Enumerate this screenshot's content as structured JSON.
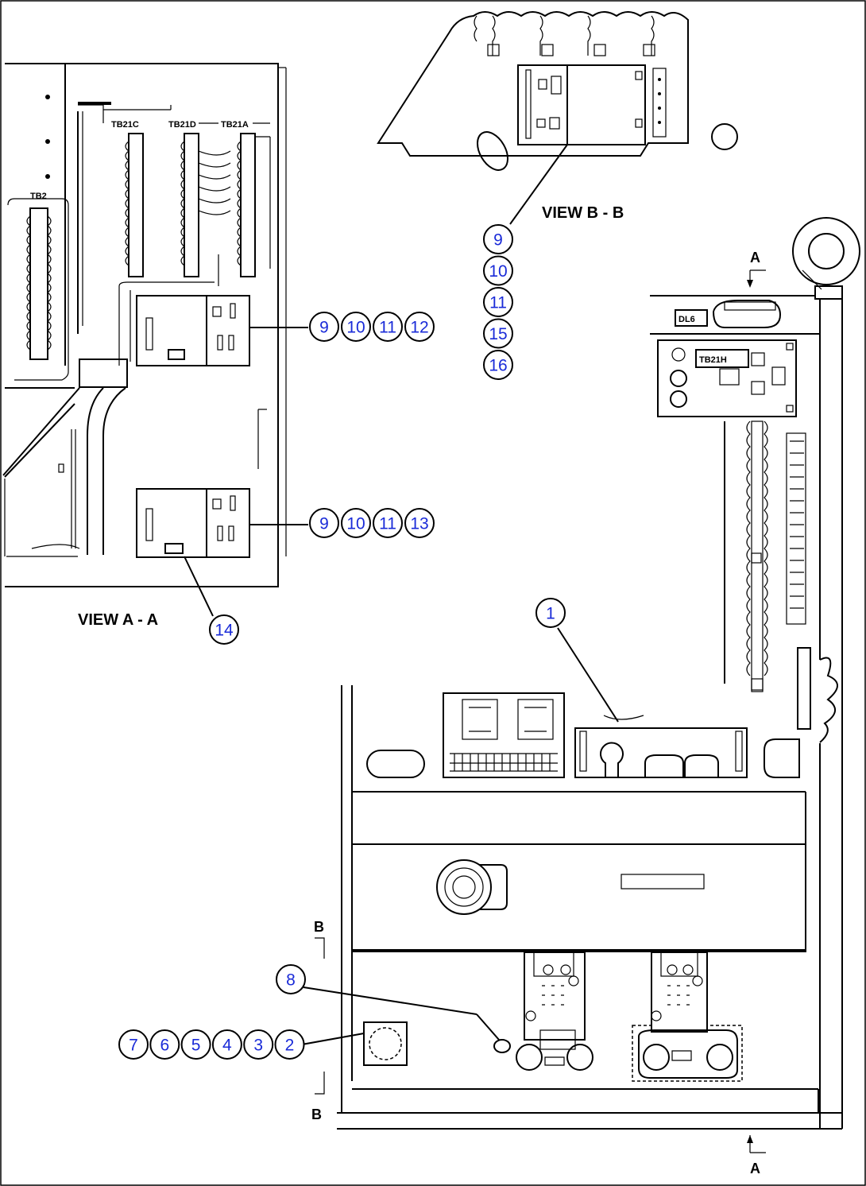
{
  "views": {
    "view_a": "VIEW A - A",
    "view_b": "VIEW B - B"
  },
  "section_marks": {
    "a_top": "A",
    "a_bottom": "A",
    "b_top": "B",
    "b_bottom": "B"
  },
  "component_labels": {
    "tb2": "TB2",
    "tb21c": "TB21C",
    "tb21d": "TB21D",
    "tb21a": "TB21A",
    "tb21h": "TB21H",
    "dl6": "DL6"
  },
  "callouts": {
    "view_a_upper": [
      "9",
      "10",
      "11",
      "12"
    ],
    "view_a_lower": [
      "9",
      "10",
      "11",
      "13"
    ],
    "view_a_14": "14",
    "view_b_stack": [
      "9",
      "10",
      "11",
      "15",
      "16"
    ],
    "main_1": "1",
    "main_8": "8",
    "main_group": [
      "7",
      "6",
      "5",
      "4",
      "3",
      "2"
    ]
  },
  "colors": {
    "callout_text": "#1a2bd8",
    "line": "#000000",
    "background": "#ffffff"
  }
}
